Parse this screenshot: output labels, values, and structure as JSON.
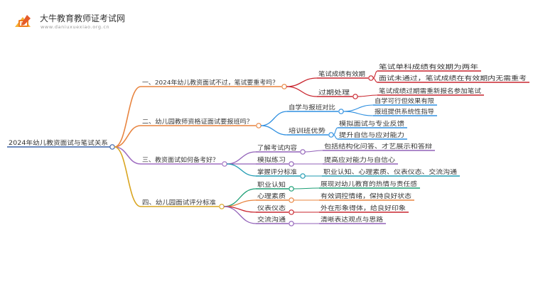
{
  "header": {
    "site_name": "大牛教育教师证考试网",
    "site_url": "www.daniuxuexiao.org.cn",
    "logo_icon": "book-pencil-logo-icon"
  },
  "mindmap": {
    "root": "2024年幼儿教资面试与笔试关系",
    "branches": [
      {
        "label": "一、2024年幼儿教资面试不过，笔试要重考吗？",
        "color": "#e8843f",
        "children": [
          {
            "label": "笔试成绩有效期",
            "color": "#c9252e",
            "children": [
              "笔试单科成绩有效期为两年",
              "面试未通过，笔试成绩在有效期内无需重考"
            ]
          },
          {
            "label": "过期处理",
            "color": "#c9252e",
            "children": [
              "笔试成绩过期需重新报名参加笔试"
            ]
          }
        ]
      },
      {
        "label": "二、幼儿园教师资格证面试要报班吗？",
        "color": "#e8843f",
        "children": [
          {
            "label": "自学与报班对比",
            "color": "#2e8fe0",
            "children": [
              "自学可行但效果有限",
              "报班提供系统性指导"
            ]
          },
          {
            "label": "培训班优势",
            "color": "#2e8fe0",
            "children": [
              "模拟面试与专业反馈",
              "提升自信与应对能力"
            ]
          }
        ]
      },
      {
        "label": "三、教资面试如何备考好？",
        "color": "#a06fc2",
        "children": [
          {
            "label": "了解考试内容",
            "color": "#9262b9",
            "children": [
              "包括结构化问答、才艺展示和答辩"
            ]
          },
          {
            "label": "模拟练习",
            "color": "#9262b9",
            "children": [
              "提高应对能力与自信心"
            ]
          },
          {
            "label": "掌握评分标准",
            "color": "#1f9bb2",
            "children": [
              "职业认知、心理素质、仪表仪态、交流沟通"
            ]
          }
        ]
      },
      {
        "label": "四、幼儿园面试评分标准",
        "color": "#d9a520",
        "children": [
          {
            "label": "职业认知",
            "color": "#1a9e74",
            "children": [
              "展现对幼儿教育的热情与责任感"
            ]
          },
          {
            "label": "心理素质",
            "color": "#e8843f",
            "children": [
              "有效调控情绪，保持良好状态"
            ]
          },
          {
            "label": "仪表仪态",
            "color": "#c9252e",
            "children": [
              "外在形象得体，给良好印象"
            ]
          },
          {
            "label": "交流沟通",
            "color": "#9262b9",
            "children": [
              "清晰表达观点与思路"
            ]
          }
        ]
      }
    ]
  }
}
